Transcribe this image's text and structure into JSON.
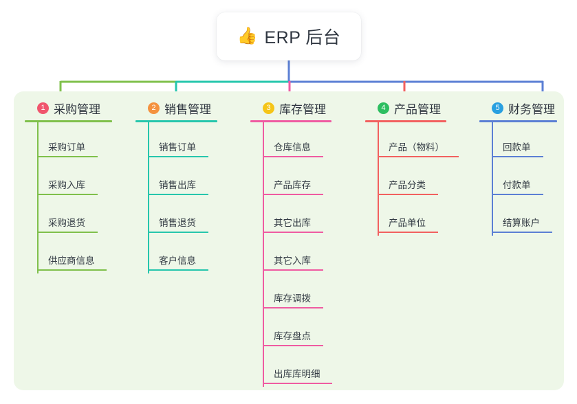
{
  "diagram": {
    "type": "mindmap",
    "root": {
      "icon": "thumbs-up-icon",
      "emoji": "👍",
      "title": "ERP 后台"
    },
    "panel_color": "#eef7e8",
    "branches": [
      {
        "number": "1",
        "title": "采购管理",
        "badge_color": "#f0556d",
        "line_color": "#7fc04b",
        "items": [
          "采购订单",
          "采购入库",
          "采购退货",
          "供应商信息"
        ]
      },
      {
        "number": "2",
        "title": "销售管理",
        "badge_color": "#f4923f",
        "line_color": "#26c6ac",
        "items": [
          "销售订单",
          "销售出库",
          "销售退货",
          "客户信息"
        ]
      },
      {
        "number": "3",
        "title": "库存管理",
        "badge_color": "#f5c518",
        "line_color": "#ef5ba1",
        "items": [
          "仓库信息",
          "产品库存",
          "其它出库",
          "其它入库",
          "库存调拨",
          "库存盘点",
          "出库库明细"
        ]
      },
      {
        "number": "4",
        "title": "产品管理",
        "badge_color": "#2dbe60",
        "line_color": "#f2605f",
        "items": [
          "产品（物料）",
          "产品分类",
          "产品单位"
        ]
      },
      {
        "number": "5",
        "title": "财务管理",
        "badge_color": "#29a0e0",
        "line_color": "#5b7fd4",
        "items": [
          "回款单",
          "付款单",
          "结算账户"
        ]
      }
    ]
  }
}
